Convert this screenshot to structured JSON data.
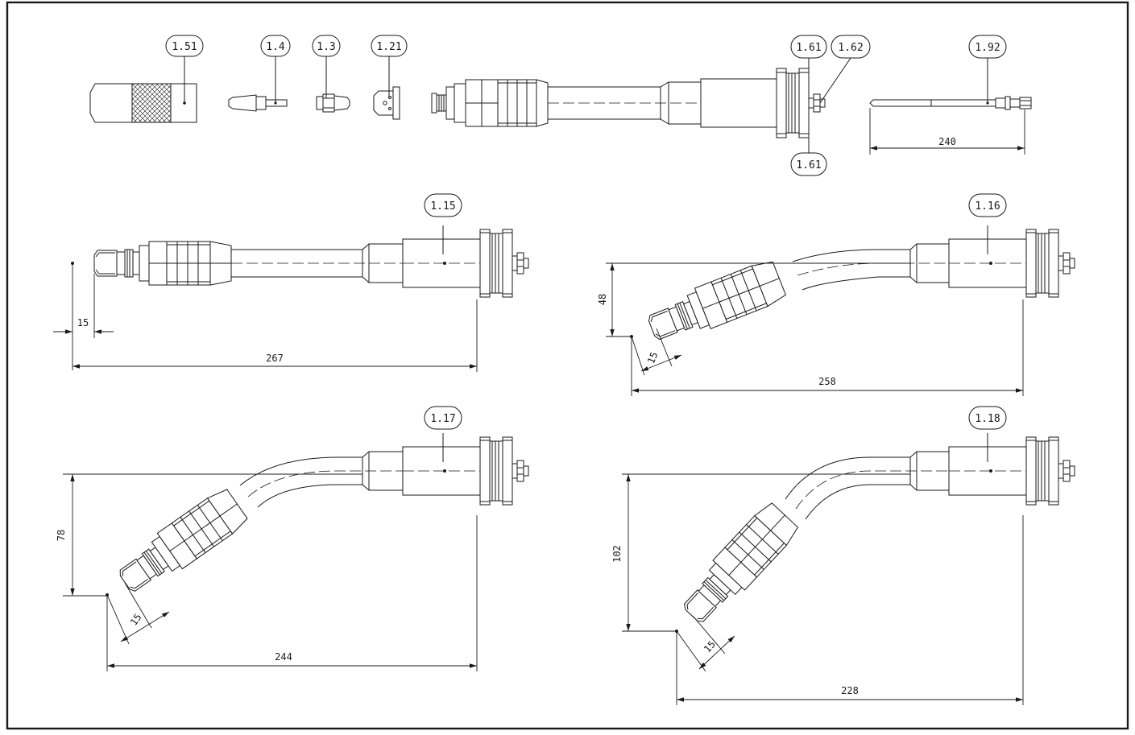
{
  "callouts": {
    "c151": "1.51",
    "c14": "1.4",
    "c13": "1.3",
    "c121": "1.21",
    "c161a": "1.61",
    "c162": "1.62",
    "c161b": "1.61",
    "c192": "1.92",
    "c115": "1.15",
    "c116": "1.16",
    "c117": "1.17",
    "c118": "1.18"
  },
  "dimensions": {
    "d240": "240",
    "d267": "267",
    "d15a": "15",
    "d258": "258",
    "d48": "48",
    "d15b": "15",
    "d244": "244",
    "d78": "78",
    "d15c": "15",
    "d228": "228",
    "d102": "102",
    "d15d": "15"
  },
  "colors": {
    "line": "#1a1a1a",
    "paper": "#ffffff"
  }
}
